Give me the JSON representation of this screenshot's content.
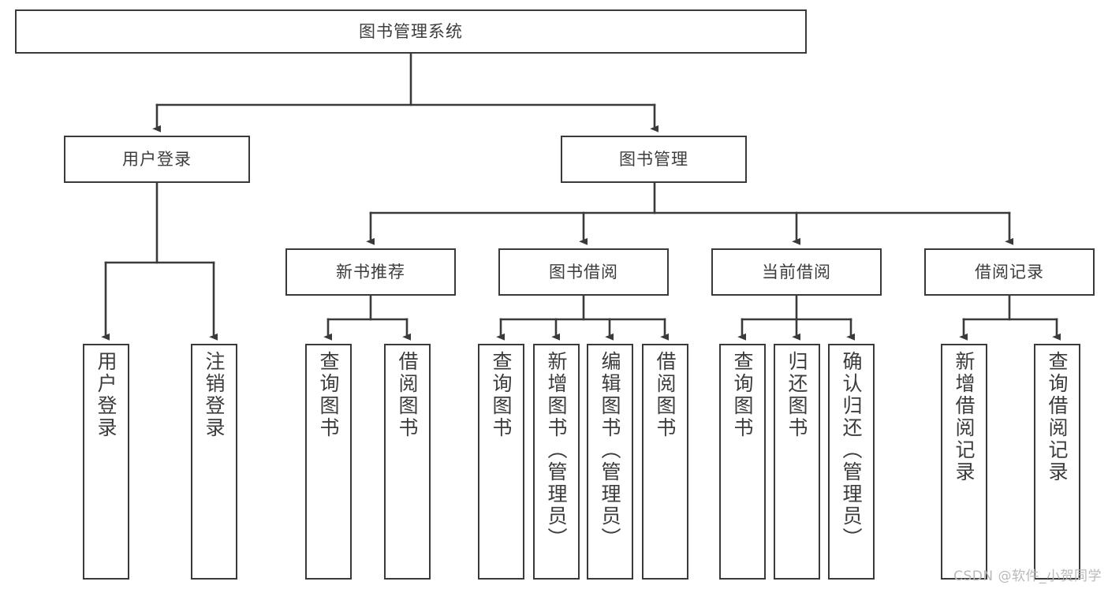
{
  "diagram": {
    "title": "图书管理系统",
    "type": "tree-hierarchy",
    "watermark": "CSDN @软件_小贺同学",
    "colors": {
      "background": "#ffffff",
      "node_border": "#3a3a3a",
      "node_fill": "#ffffff",
      "text": "#3c3c3c",
      "edge": "#3a3a3a",
      "watermark": "#b9b9b9"
    },
    "root": {
      "label": "图书管理系统"
    },
    "level2": [
      {
        "label": "用户登录"
      },
      {
        "label": "图书管理"
      }
    ],
    "level3": [
      {
        "label": "新书推荐"
      },
      {
        "label": "图书借阅"
      },
      {
        "label": "当前借阅"
      },
      {
        "label": "借阅记录"
      }
    ],
    "leaves": {
      "user_login": [
        {
          "label": "用户登录"
        },
        {
          "label": "注销登录"
        }
      ],
      "new_book_recommend": [
        {
          "label": "查询图书"
        },
        {
          "label": "借阅图书"
        }
      ],
      "book_borrow": [
        {
          "label": "查询图书"
        },
        {
          "label": "新增图书（管理员）"
        },
        {
          "label": "编辑图书（管理员）"
        },
        {
          "label": "借阅图书"
        }
      ],
      "current_borrow": [
        {
          "label": "查询图书"
        },
        {
          "label": "归还图书"
        },
        {
          "label": "确认归还（管理员）"
        }
      ],
      "borrow_record": [
        {
          "label": "新增借阅记录"
        },
        {
          "label": "查询借阅记录"
        }
      ]
    }
  }
}
